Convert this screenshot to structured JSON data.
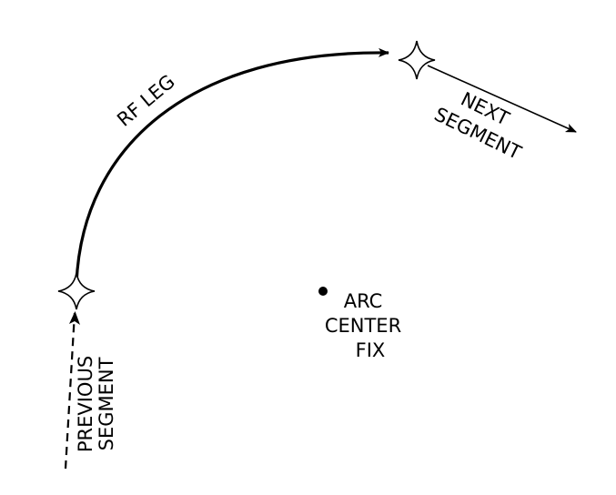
{
  "diagram": {
    "rf_leg_label": "RF LEG",
    "next_segment_line1": "NEXT",
    "next_segment_line2": "SEGMENT",
    "previous_segment_line1": "PREVIOUS",
    "previous_segment_line2": "SEGMENT",
    "arc_center_line1": "ARC",
    "arc_center_line2": "CENTER",
    "arc_center_line3": "FIX"
  },
  "colors": {
    "ink": "#000000",
    "background": "#ffffff"
  },
  "icons": {
    "waypoint": "four-point-star-icon",
    "center_fix": "dot-icon",
    "direction": "arrowhead-icon"
  }
}
